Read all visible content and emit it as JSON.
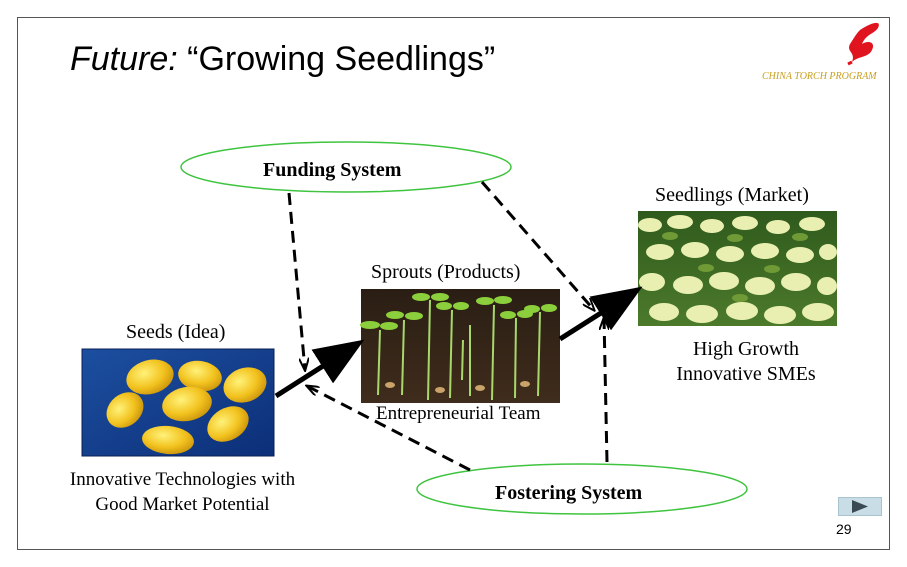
{
  "slide": {
    "title_italic": "Future:",
    "title_rest": " “Growing Seedlings”",
    "brand": "CHINA TORCH PROGRAM",
    "page_number": "29"
  },
  "diagram": {
    "funding_system": "Funding System",
    "fostering_system": "Fostering System",
    "seeds": "Seeds (Idea)",
    "sprouts": "Sprouts (Products)",
    "seedlings": "Seedlings (Market)",
    "seeds_caption_line1": "Innovative Technologies with",
    "seeds_caption_line2": "Good Market Potential",
    "team": "Entrepreneurial Team",
    "smes_line1": "High Growth",
    "smes_line2": "Innovative SMEs"
  },
  "colors": {
    "ellipse_stroke": "#3fc43f",
    "brand_text": "#c8a020",
    "logo": "#e0141e"
  }
}
